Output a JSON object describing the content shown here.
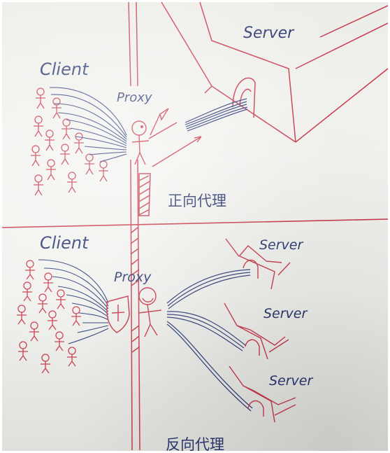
{
  "forward": {
    "server_label": "Server",
    "client_label": "Client",
    "proxy_label": "Proxy",
    "caption": "正向代理"
  },
  "reverse": {
    "client_label": "Client",
    "proxy_label": "Proxy",
    "server_labels": [
      "Server",
      "Server",
      "Server"
    ],
    "caption": "反向代理"
  },
  "colors": {
    "ink_blue": "#2b3a78",
    "ink_red": "#c8394b",
    "paper": "#f1f1ee"
  }
}
